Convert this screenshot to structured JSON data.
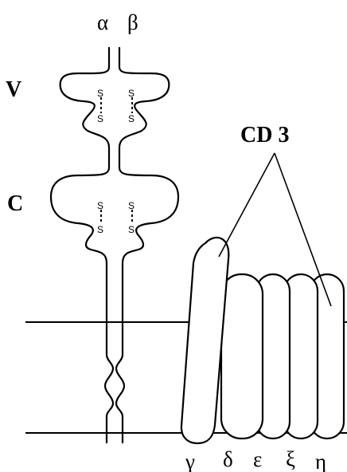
{
  "chains": {
    "alpha": "α",
    "beta": "β"
  },
  "domains": {
    "variable": "V",
    "constant": "C"
  },
  "disulfide": "S",
  "cd3": {
    "label": "CD 3",
    "subunits": [
      "γ",
      "δ",
      "ε",
      "ξ",
      "η"
    ]
  }
}
